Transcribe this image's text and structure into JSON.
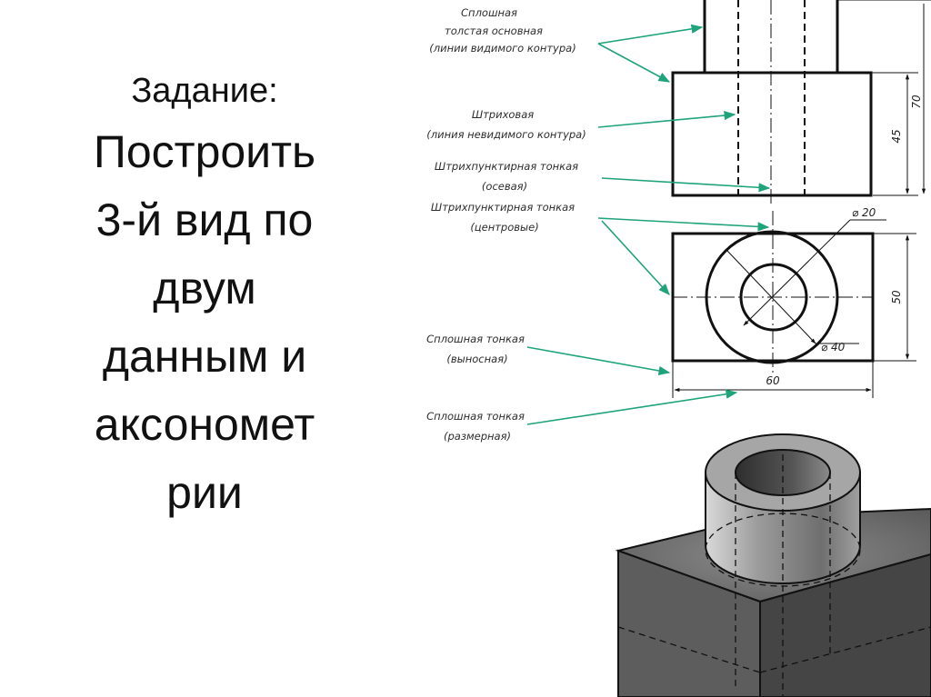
{
  "slide": {
    "heading": "Задание:",
    "body_lines": [
      "Построить",
      "3-й вид по",
      "двум",
      "данным и",
      "аксономет",
      "рии"
    ]
  },
  "drawing": {
    "labels": [
      {
        "line1": "Сплошная",
        "line2": "толстая  основная",
        "line3": "(линии  видимого контура)"
      },
      {
        "line1": "Штриховая",
        "line2": "(линия невидимого контура)"
      },
      {
        "line1": "Штрихпунктирная тонкая",
        "line2": "(осевая)"
      },
      {
        "line1": "Штрихпунктирная тонкая",
        "line2": "(центровые)"
      },
      {
        "line1": "Сплошная  тонкая",
        "line2": "(выносная)"
      },
      {
        "line1": "Сплошная  тонкая",
        "line2": "(размерная)"
      }
    ],
    "dimensions": {
      "d_70": "70",
      "d_45": "45",
      "d_50": "50",
      "d_60": "60",
      "dia_20": "⌀ 20",
      "dia_40": "⌀ 40"
    },
    "colors": {
      "leader": "#1fa37a",
      "line": "#111111",
      "shade_dark": "#4a4a4a",
      "shade_mid": "#8a8a8a"
    }
  }
}
